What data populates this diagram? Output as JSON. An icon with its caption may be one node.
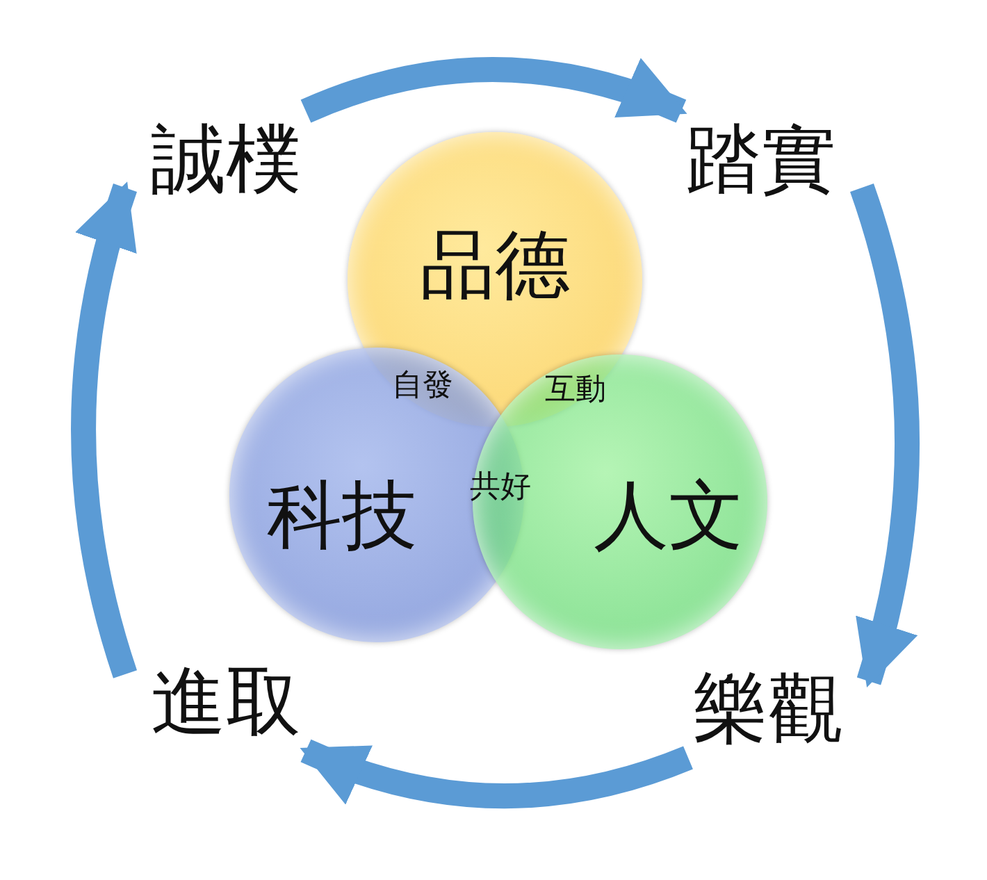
{
  "diagram": {
    "nodes": [
      {
        "text": [
          "誠樸"
        ]
      },
      {
        "text": [
          "踏實"
        ]
      },
      {
        "text": [
          "品德"
        ]
      },
      {
        "text": [
          "科技"
        ]
      },
      {
        "text": [
          "人文"
        ]
      },
      {
        "text": [
          "進取"
        ]
      },
      {
        "text": [
          "樂觀"
        ]
      }
    ],
    "edges": [
      {
        "from": 0,
        "to": 1,
        "arrow": "to"
      },
      {
        "from": 1,
        "to": 6,
        "arrow": "to"
      },
      {
        "from": 6,
        "to": 5,
        "arrow": "to"
      },
      {
        "from": 5,
        "to": 0,
        "arrow": "to"
      }
    ],
    "labels": [
      "自發",
      "互動",
      "共好"
    ]
  }
}
